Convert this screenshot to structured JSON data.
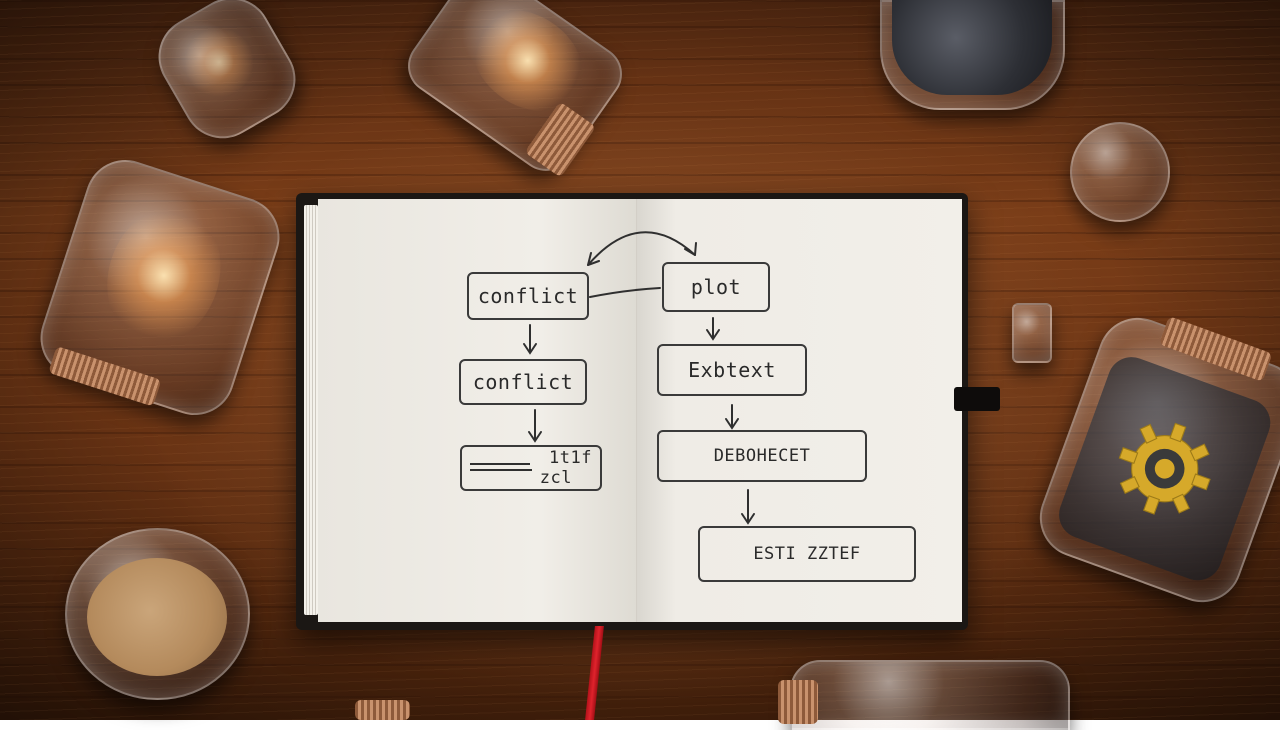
{
  "scene": {
    "description_type": "photo",
    "colors": {
      "ink": "#2a2a2a",
      "paper": "#eeeae3",
      "ribbon": "#e0232c",
      "gear": "#d6a92a"
    }
  },
  "diagram": {
    "left_page": {
      "box1": "conflict",
      "box2": "conflict",
      "box3_line1": "1t1f",
      "box3_line2": "zcl"
    },
    "right_page": {
      "box1": "plot",
      "box2": "Exbtext",
      "box3": "DEBOHECET",
      "box4": "ESTI ZZTEF"
    }
  },
  "icons": [
    "gear-icon",
    "arrow-icon"
  ]
}
